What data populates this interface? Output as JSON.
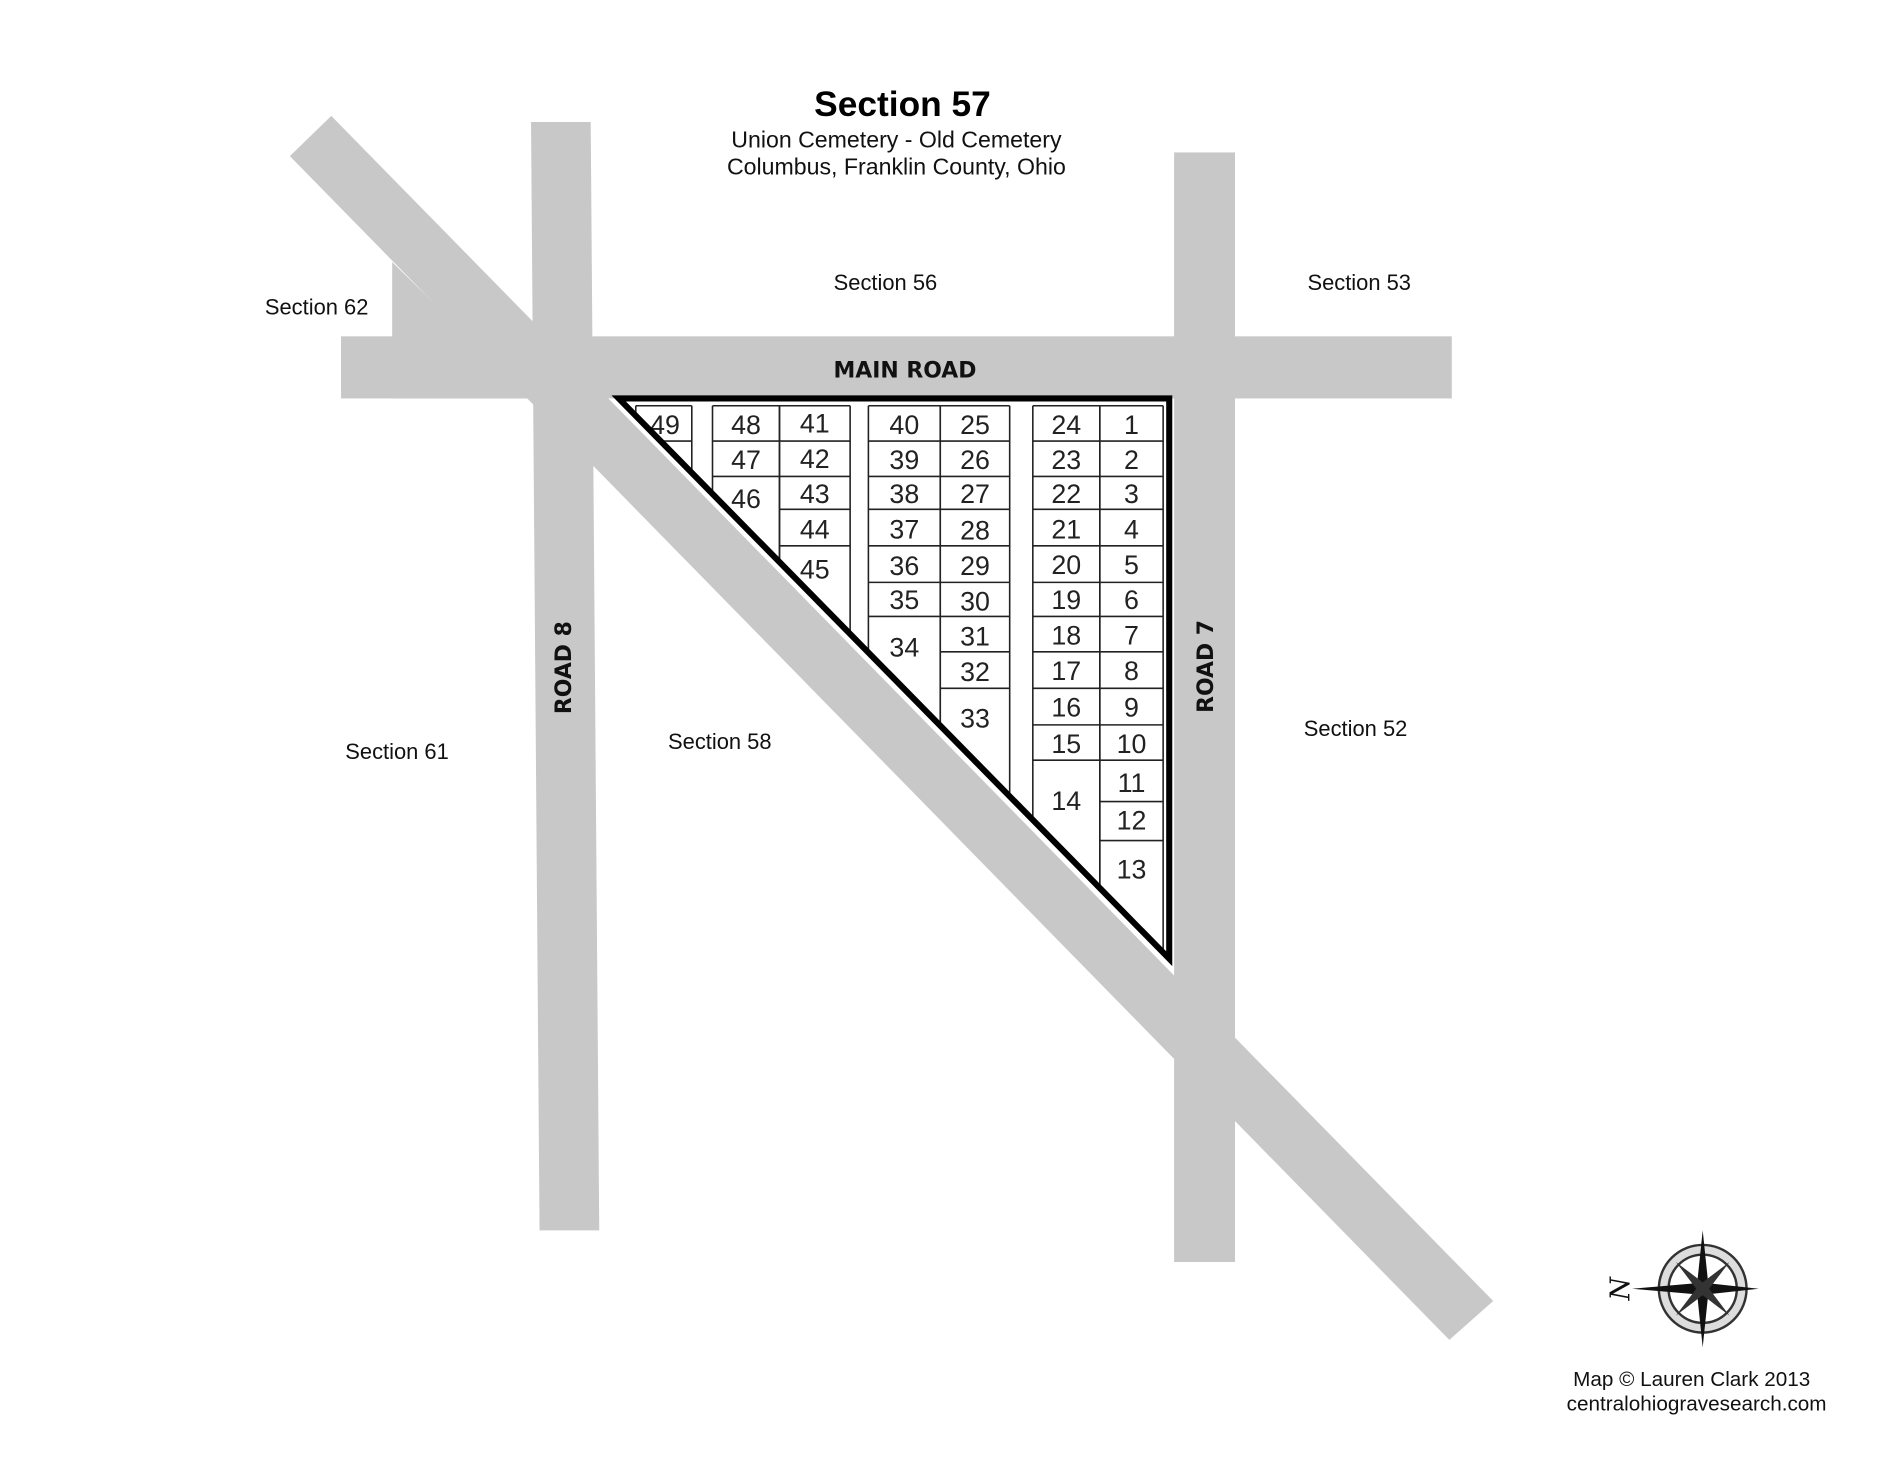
{
  "title": "Section 57",
  "subtitle_1": "Union Cemetery - Old Cemetery",
  "subtitle_2": "Columbus, Franklin County, Ohio",
  "sections": {
    "s56": "Section 56",
    "s53": "Section 53",
    "s62": "Section 62",
    "s61": "Section 61",
    "s58": "Section 58",
    "s52": "Section 52"
  },
  "roads": {
    "main": "MAIN ROAD",
    "road8": "ROAD 8",
    "road7": "ROAD 7"
  },
  "lots": {
    "col_1": [
      "1",
      "2",
      "3",
      "4",
      "5",
      "6",
      "7",
      "8",
      "9",
      "10",
      "11",
      "12",
      "13"
    ],
    "col_2": [
      "24",
      "23",
      "22",
      "21",
      "20",
      "19",
      "18",
      "17",
      "16",
      "15",
      "14"
    ],
    "col_3": [
      "25",
      "26",
      "27",
      "28",
      "29",
      "30",
      "31",
      "32",
      "33"
    ],
    "col_4": [
      "40",
      "39",
      "38",
      "37",
      "36",
      "35",
      "34"
    ],
    "col_5": [
      "41",
      "42",
      "43",
      "44",
      "45"
    ],
    "col_6": [
      "48",
      "47",
      "46"
    ],
    "col_7": [
      "49"
    ]
  },
  "compass": {
    "north_label": "N"
  },
  "credit": "Map © Lauren Clark 2013",
  "website": "centralohiogravesearch.com",
  "colors": {
    "road": "#c8c8c8",
    "border": "#000000"
  }
}
